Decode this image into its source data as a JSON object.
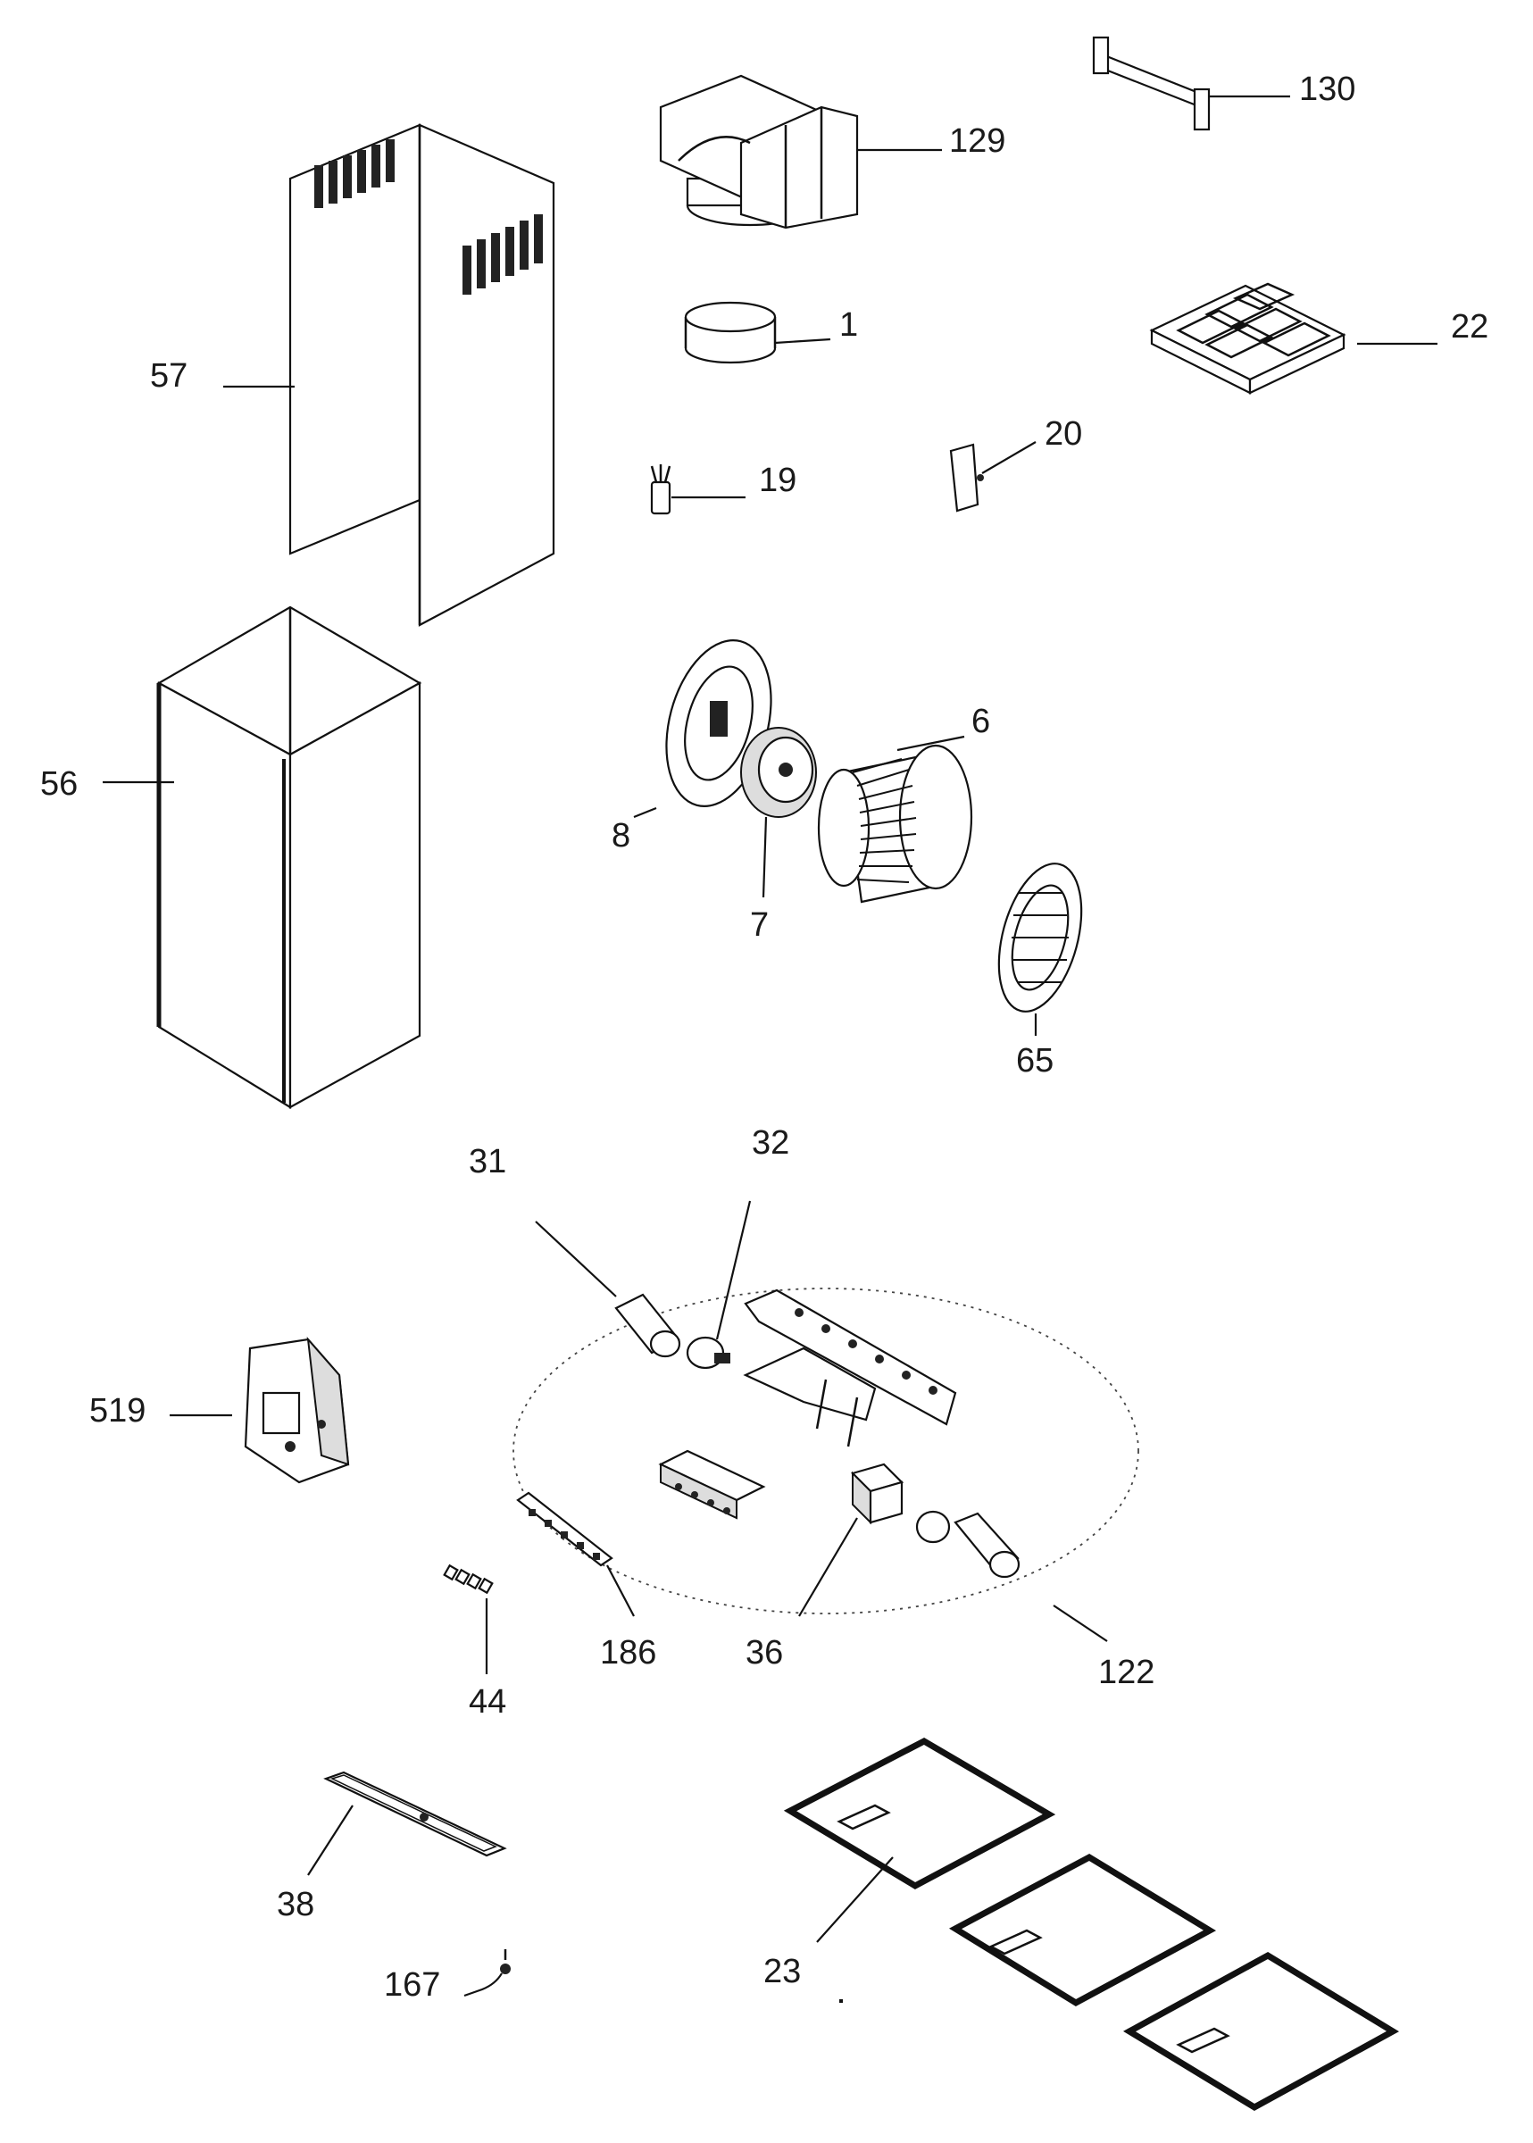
{
  "labels": {
    "p1": "1",
    "p6": "6",
    "p7": "7",
    "p8": "8",
    "p19": "19",
    "p20": "20",
    "p22": "22",
    "p23": "23",
    "p31": "31",
    "p32": "32",
    "p36": "36",
    "p38": "38",
    "p44": "44",
    "p56": "56",
    "p57": "57",
    "p65": "65",
    "p122": "122",
    "p129": "129",
    "p130": "130",
    "p167": "167",
    "p186": "186",
    "p519": "519"
  }
}
